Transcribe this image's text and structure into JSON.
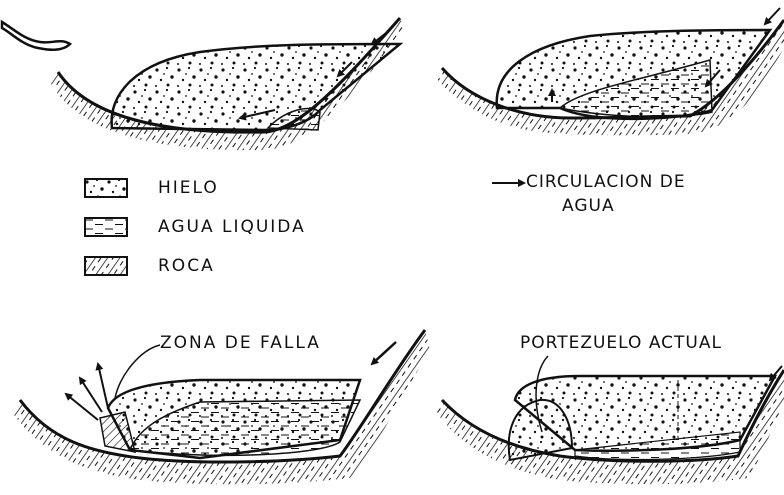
{
  "legend": {
    "items": [
      {
        "key": "ice",
        "label": "HIELO"
      },
      {
        "key": "water",
        "label": "AGUA LIQUIDA"
      },
      {
        "key": "rock",
        "label": "ROCA"
      }
    ],
    "flow": {
      "line1": "CIRCULACION DE",
      "line2": "AGUA"
    }
  },
  "annotations": {
    "fault_zone": "ZONA DE FALLA",
    "current_pass": "PORTEZUELO ACTUAL"
  },
  "colors": {
    "ink": "#111111",
    "paper": "#ffffff"
  }
}
